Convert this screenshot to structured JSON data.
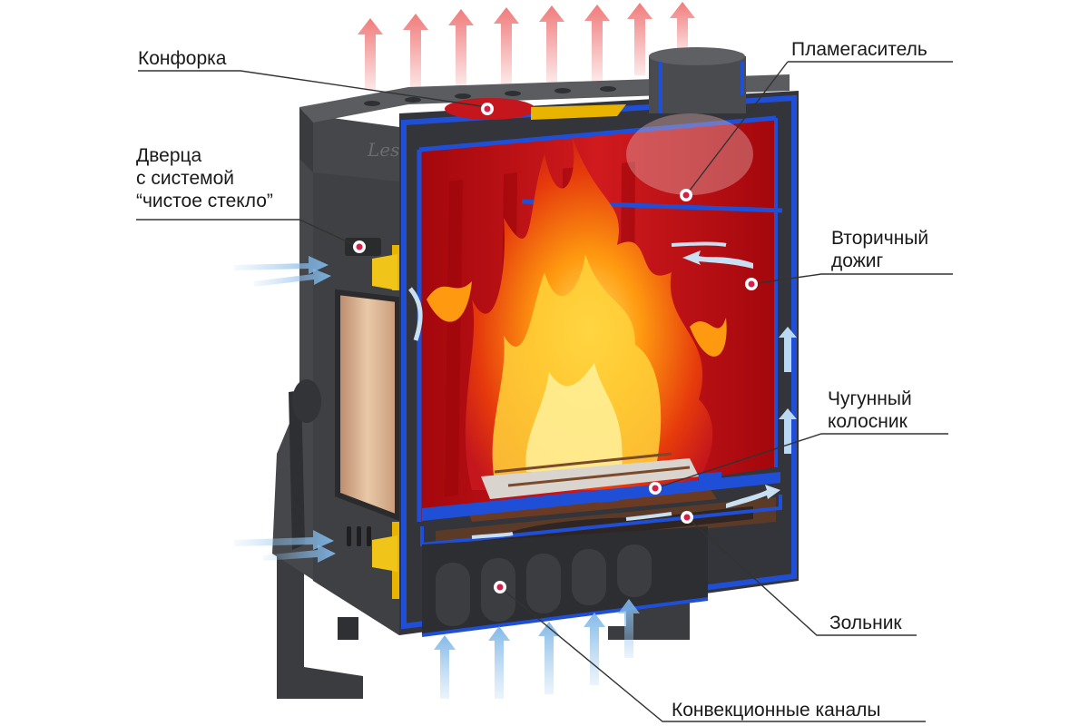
{
  "labels": {
    "burner": "Конфорка",
    "flame_arrestor": "Пламегаситель",
    "door_line1": "Дверца",
    "door_line2": "с системой",
    "door_line3": "“чистое стекло”",
    "secondary_line1": "Вторичный",
    "secondary_line2": "дожиг",
    "grate_line1": "Чугунный",
    "grate_line2": "колосник",
    "ashpan": "Зольник",
    "convection": "Конвекционные каналы"
  },
  "brand_mark": "Les",
  "colors": {
    "firebox_red": "#c4161c",
    "steel_dark": "#3f4043",
    "steel_mid": "#55575b",
    "wall_blue": "#1f4fd6",
    "seal_yellow": "#e8b400",
    "hot_air": "#ef6d6d",
    "cold_air": "#9cc8ee",
    "flame_orange": "#ff8a00",
    "marker": "#d6204a"
  }
}
